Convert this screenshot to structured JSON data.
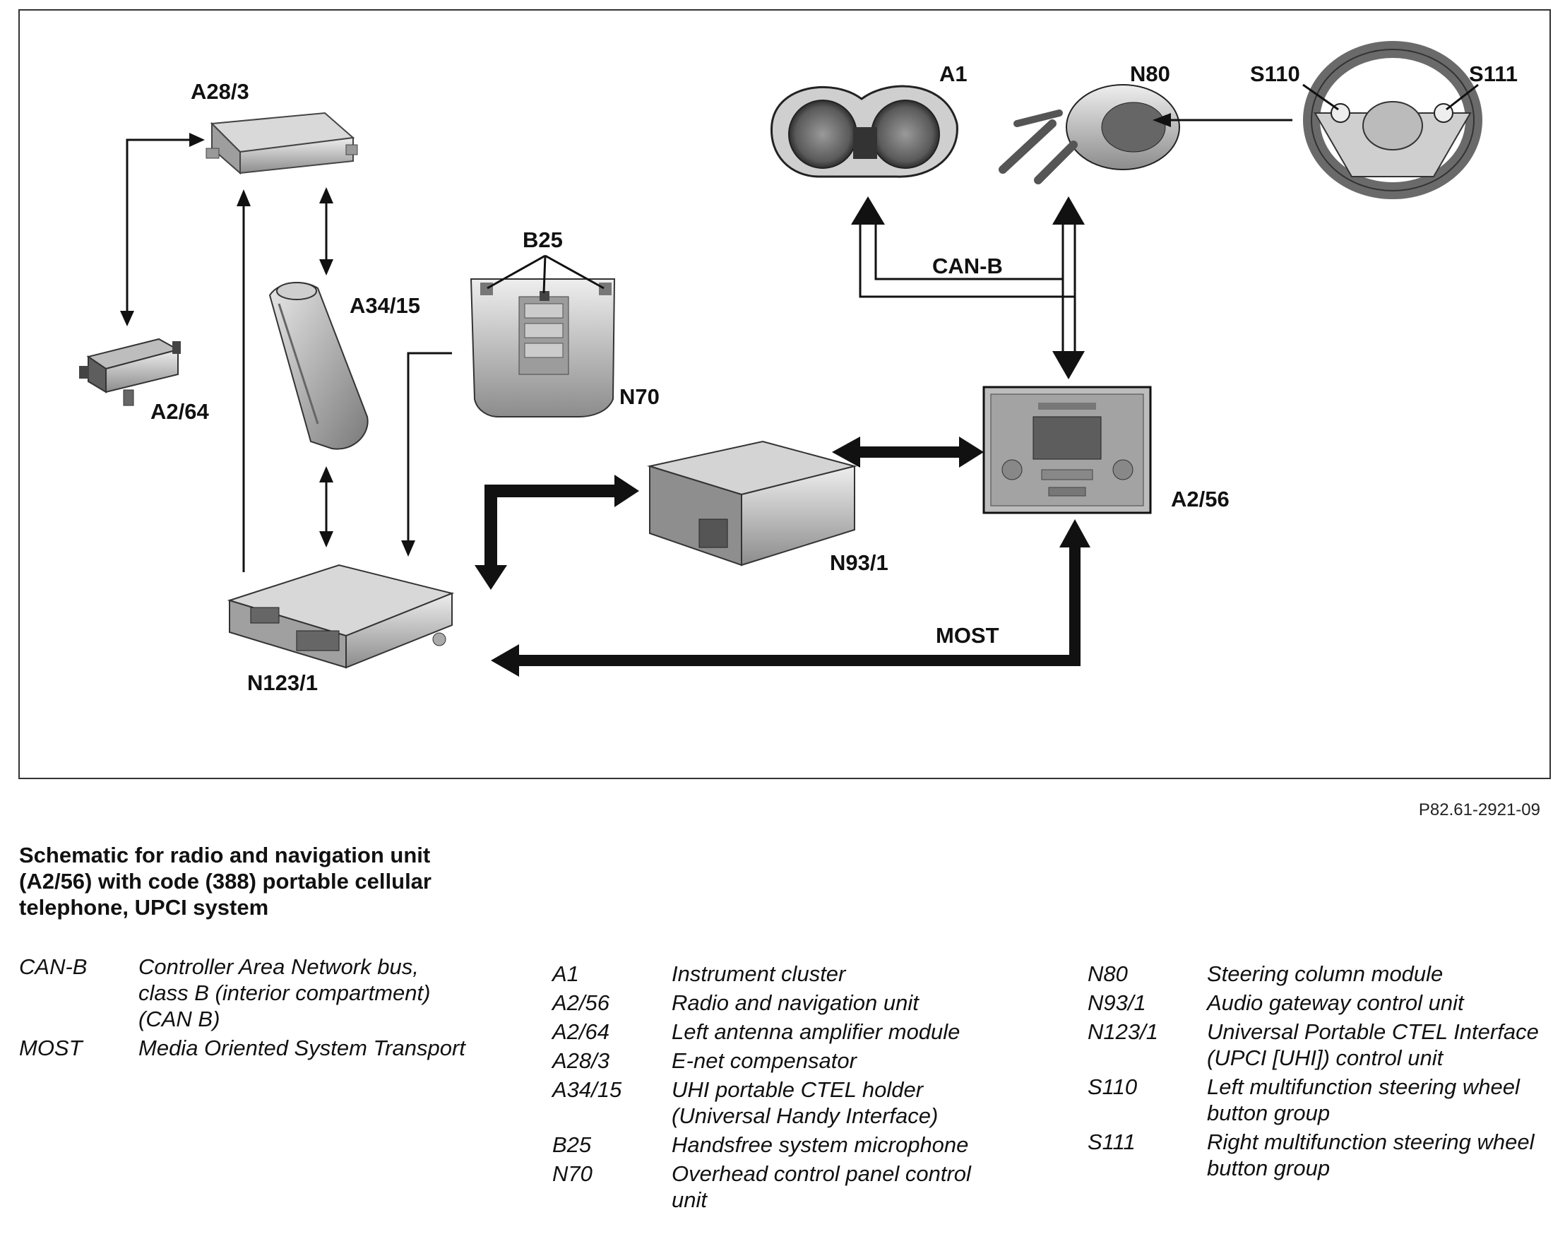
{
  "diagram": {
    "components": {
      "a28_3": "A28/3",
      "a2_64": "A2/64",
      "a34_15": "A34/15",
      "b25": "B25",
      "n70": "N70",
      "n123_1": "N123/1",
      "n93_1": "N93/1",
      "a2_56": "A2/56",
      "a1": "A1",
      "n80": "N80",
      "s110": "S110",
      "s111": "S111"
    },
    "buses": {
      "can_b": "CAN-B",
      "most": "MOST"
    }
  },
  "reference_code": "P82.61-2921-09",
  "caption": "Schematic for radio and navigation unit (A2/56) with code (388) portable cellular telephone, UPCI system",
  "legend": {
    "col1": [
      {
        "code": "CAN-B",
        "desc": "Controller Area Network bus, class B (interior compartment) (CAN B)"
      },
      {
        "code": "MOST",
        "desc": "Media Oriented System Transport"
      }
    ],
    "col2": [
      {
        "code": "A1",
        "desc": "Instrument cluster"
      },
      {
        "code": "A2/56",
        "desc": "Radio and navigation unit"
      },
      {
        "code": "A2/64",
        "desc": "Left antenna amplifier module"
      },
      {
        "code": "A28/3",
        "desc": "E-net compensator"
      },
      {
        "code": "A34/15",
        "desc": "UHI portable CTEL holder (Universal Handy Interface)"
      },
      {
        "code": "B25",
        "desc": "Handsfree system microphone"
      },
      {
        "code": "N70",
        "desc": "Overhead control panel control unit"
      }
    ],
    "col3": [
      {
        "code": "N80",
        "desc": "Steering column module"
      },
      {
        "code": "N93/1",
        "desc": "Audio gateway control unit"
      },
      {
        "code": "N123/1",
        "desc": "Universal Portable CTEL Interface (UPCI [UHI]) control unit"
      },
      {
        "code": "S110",
        "desc": "Left multifunction steering wheel button group"
      },
      {
        "code": "S111",
        "desc": "Right multifunction steering wheel button group"
      }
    ]
  }
}
